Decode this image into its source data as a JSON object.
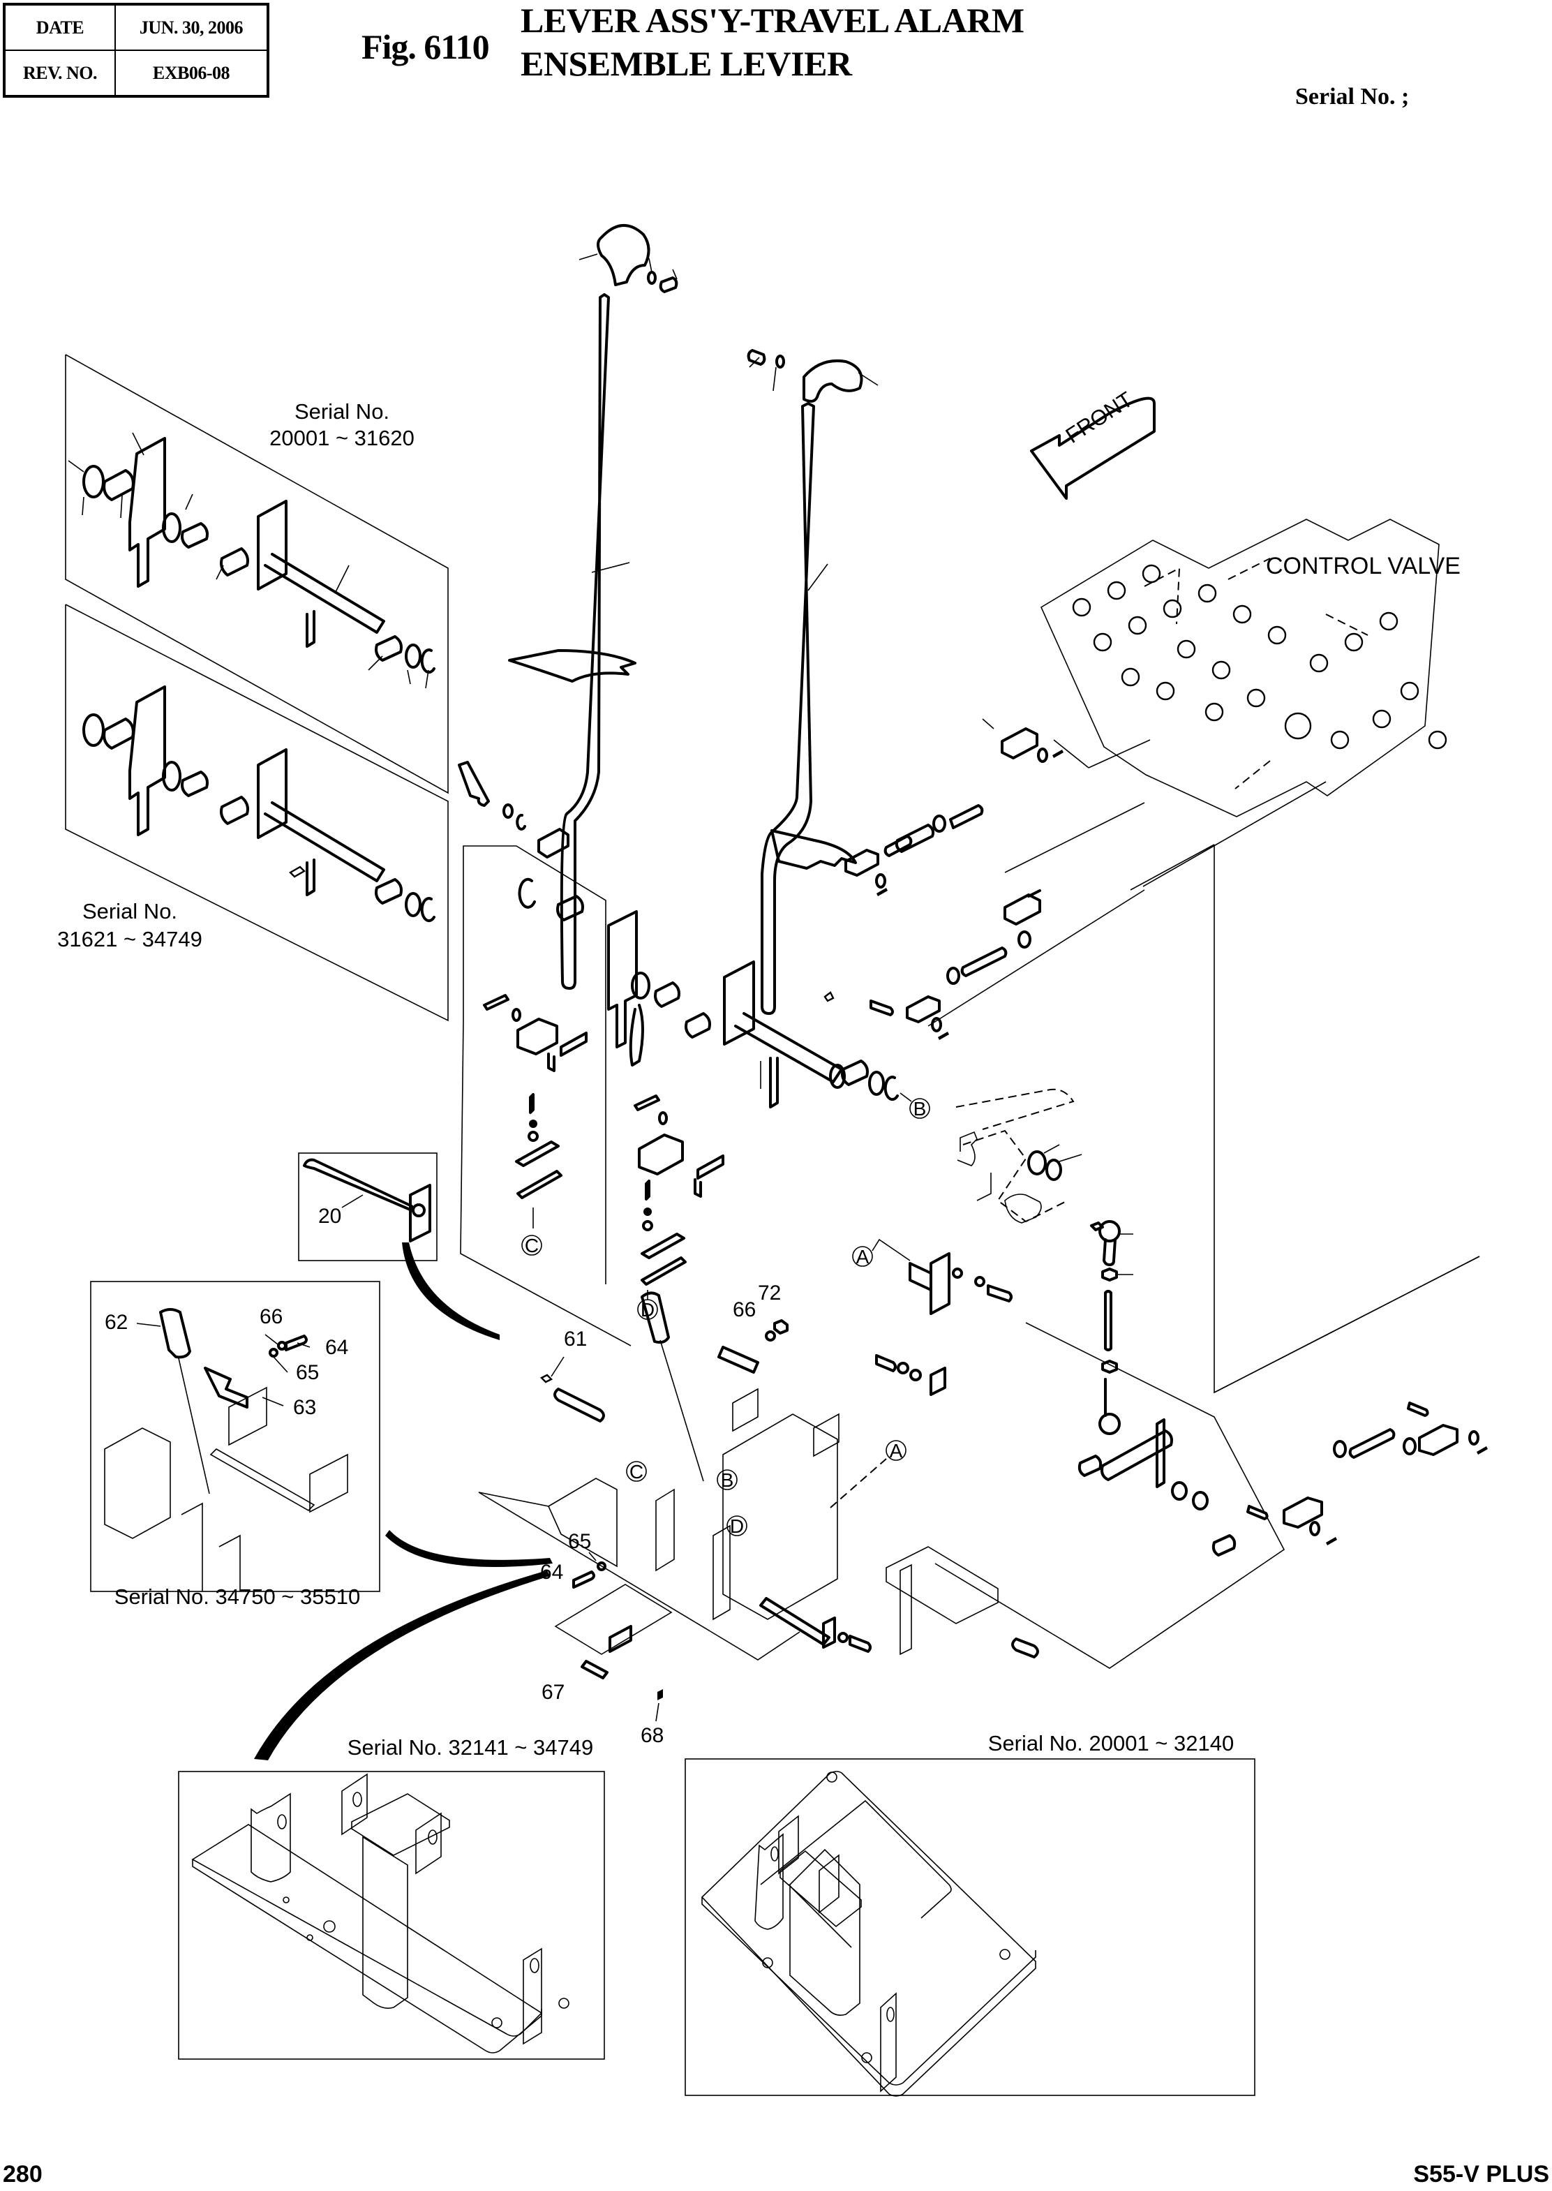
{
  "header": {
    "date_label": "DATE",
    "date_value": "JUN. 30, 2006",
    "rev_label": "REV. NO.",
    "rev_value": "EXB06-08",
    "figure_number": "Fig. 6110",
    "title_en": "LEVER ASS'Y-TRAVEL ALARM",
    "title_fr": "ENSEMBLE LEVIER",
    "serial_heading": "Serial No. ;"
  },
  "annotations": {
    "front_arrow": "FRONT",
    "control_valve": "CONTROL VALVE",
    "serial_ranges": {
      "inset_top_line1": "Serial No.",
      "inset_top_line2": "20001 ~ 31620",
      "inset_mid_line1": "Serial No.",
      "inset_mid_line2": "31621 ~ 34749",
      "inset_left": "Serial No. 34750 ~ 35510",
      "base_left": "Serial No. 32141 ~ 34749",
      "base_right": "Serial No. 20001 ~ 32140"
    }
  },
  "callouts": {
    "inset20": "20",
    "inset62": "62",
    "inset66": "66",
    "inset64": "64",
    "inset65": "65",
    "inset63": "63",
    "main61": "61",
    "main66": "66",
    "main72": "72",
    "main65": "65",
    "main64": "64",
    "main67": "67",
    "main68": "68"
  },
  "reference_markers": {
    "A": "A",
    "B": "B",
    "C": "C",
    "D": "D"
  },
  "footer": {
    "page_number": "280",
    "model": "S55-V PLUS"
  }
}
